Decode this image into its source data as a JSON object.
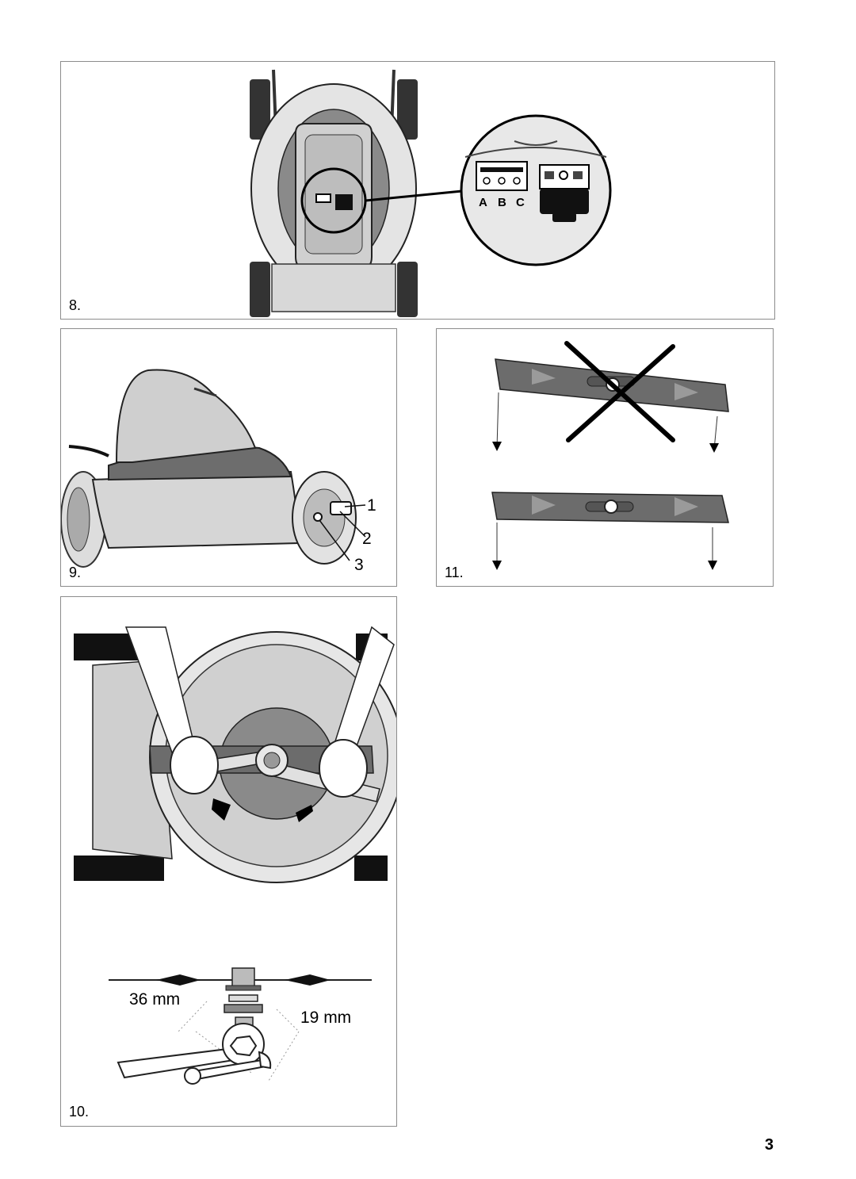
{
  "figures": {
    "fig8": {
      "number": "8.",
      "socket_labels": [
        "A",
        "B",
        "C"
      ]
    },
    "fig9": {
      "number": "9.",
      "callouts": [
        "1",
        "2",
        "3"
      ]
    },
    "fig10": {
      "number": "10.",
      "dimensions": {
        "large": "36 mm",
        "small": "19 mm"
      }
    },
    "fig11": {
      "number": "11."
    }
  },
  "page": {
    "number": "3"
  },
  "colors": {
    "border": "#8c8c8c",
    "ink": "#000000"
  }
}
